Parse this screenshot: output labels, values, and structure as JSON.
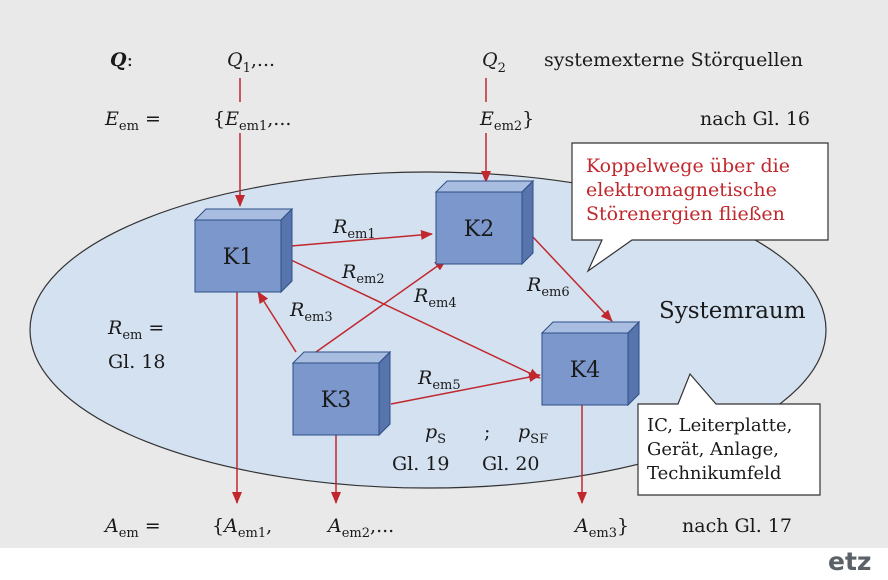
{
  "top_row": {
    "q_label": "Q",
    "q_colon": ":",
    "q1": "Q",
    "q1_sub": "1",
    "q1_tail": ",...",
    "q2": "Q",
    "q2_sub": "2",
    "q_desc": "systemexterne Störquellen"
  },
  "e_row": {
    "e_label": "E",
    "e_sub": "em",
    "eq": " =",
    "open": "{",
    "e1": "E",
    "e1_sub": "em1",
    "e1_tail": ",...",
    "e2": "E",
    "e2_sub": "em2",
    "close": "}",
    "ref": "nach Gl. 16"
  },
  "components": {
    "k1": "K1",
    "k2": "K2",
    "k3": "K3",
    "k4": "K4"
  },
  "paths": {
    "r_base": "R",
    "r1_sub": "em1",
    "r2_sub": "em2",
    "r3_sub": "em3",
    "r4_sub": "em4",
    "r5_sub": "em5",
    "r6_sub": "em6"
  },
  "r_left": {
    "r": "R",
    "sub": "em",
    "eq": " =",
    "gl": "Gl. 18"
  },
  "probabilities": {
    "p": "p",
    "ps_sub": "S",
    "sep": ";",
    "psf_sub": "SF",
    "gl19": "Gl. 19",
    "gl20": "Gl. 20"
  },
  "systemraum": "Systemraum",
  "callout_top": [
    "Koppelwege über die",
    "elektromagnetische",
    "Störenergien fließen"
  ],
  "callout_bottom": [
    "IC, Leiterplatte,",
    "Gerät, Anlage,",
    "Technikumfeld"
  ],
  "a_row": {
    "a_label": "A",
    "a_sub": "em",
    "eq": " =",
    "open": "{",
    "a1": "A",
    "a1_sub": "em1",
    "a1_tail": ",",
    "a2": "A",
    "a2_sub": "em2",
    "a2_tail": ",...",
    "a3": "A",
    "a3_sub": "em3",
    "close": "}",
    "ref": "nach Gl. 17"
  },
  "logo": "etz",
  "colors": {
    "background": "#e9e9ea",
    "ellipse_fill": "#d4e1f1",
    "cube_front": "#7b97cb",
    "cube_top": "#a9bde0",
    "cube_side": "#5874ad",
    "arrow": "#c0282d",
    "callout_text": "#c0282d"
  }
}
